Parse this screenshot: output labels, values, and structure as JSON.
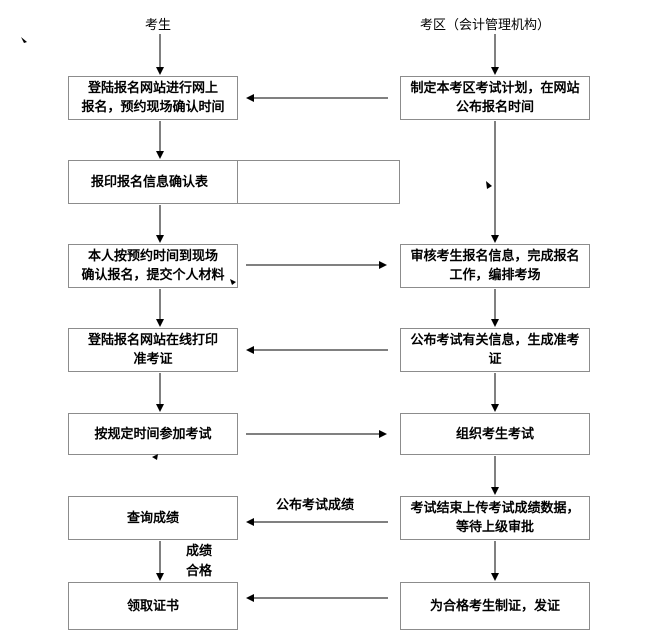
{
  "headers": {
    "left": "考生",
    "right": "考区（会计管理机构）"
  },
  "left_boxes": [
    {
      "lines": [
        "登陆报名网站进行网上",
        "报名，预约现场确认时间"
      ]
    },
    {
      "lines": [
        "报印报名信息确认表"
      ]
    },
    {
      "lines": [
        "本人按预约时间到现场",
        "确认报名，提交个人材料"
      ]
    },
    {
      "lines": [
        "登陆报名网站在线打印",
        "准考证"
      ]
    },
    {
      "lines": [
        "按规定时间参加考试"
      ]
    },
    {
      "lines": [
        "查询成绩"
      ]
    },
    {
      "lines": [
        "领取证书"
      ]
    }
  ],
  "right_boxes": [
    {
      "lines": [
        "制定本考区考试计划，在网站",
        "公布报名时间"
      ]
    },
    {
      "lines": [
        "审核考生报名信息，完成报名",
        "工作，编排考场"
      ]
    },
    {
      "lines": [
        "公布考试有关信息，生成准考",
        "证"
      ]
    },
    {
      "lines": [
        "组织考生考试"
      ]
    },
    {
      "lines": [
        "考试结束上传考试成绩数据，",
        "等待上级审批"
      ]
    },
    {
      "lines": [
        "为合格考生制证，发证"
      ]
    }
  ],
  "edge_labels": {
    "publish_scores": "公布考试成绩",
    "pass_line1": "成绩",
    "pass_line2": "合格"
  }
}
